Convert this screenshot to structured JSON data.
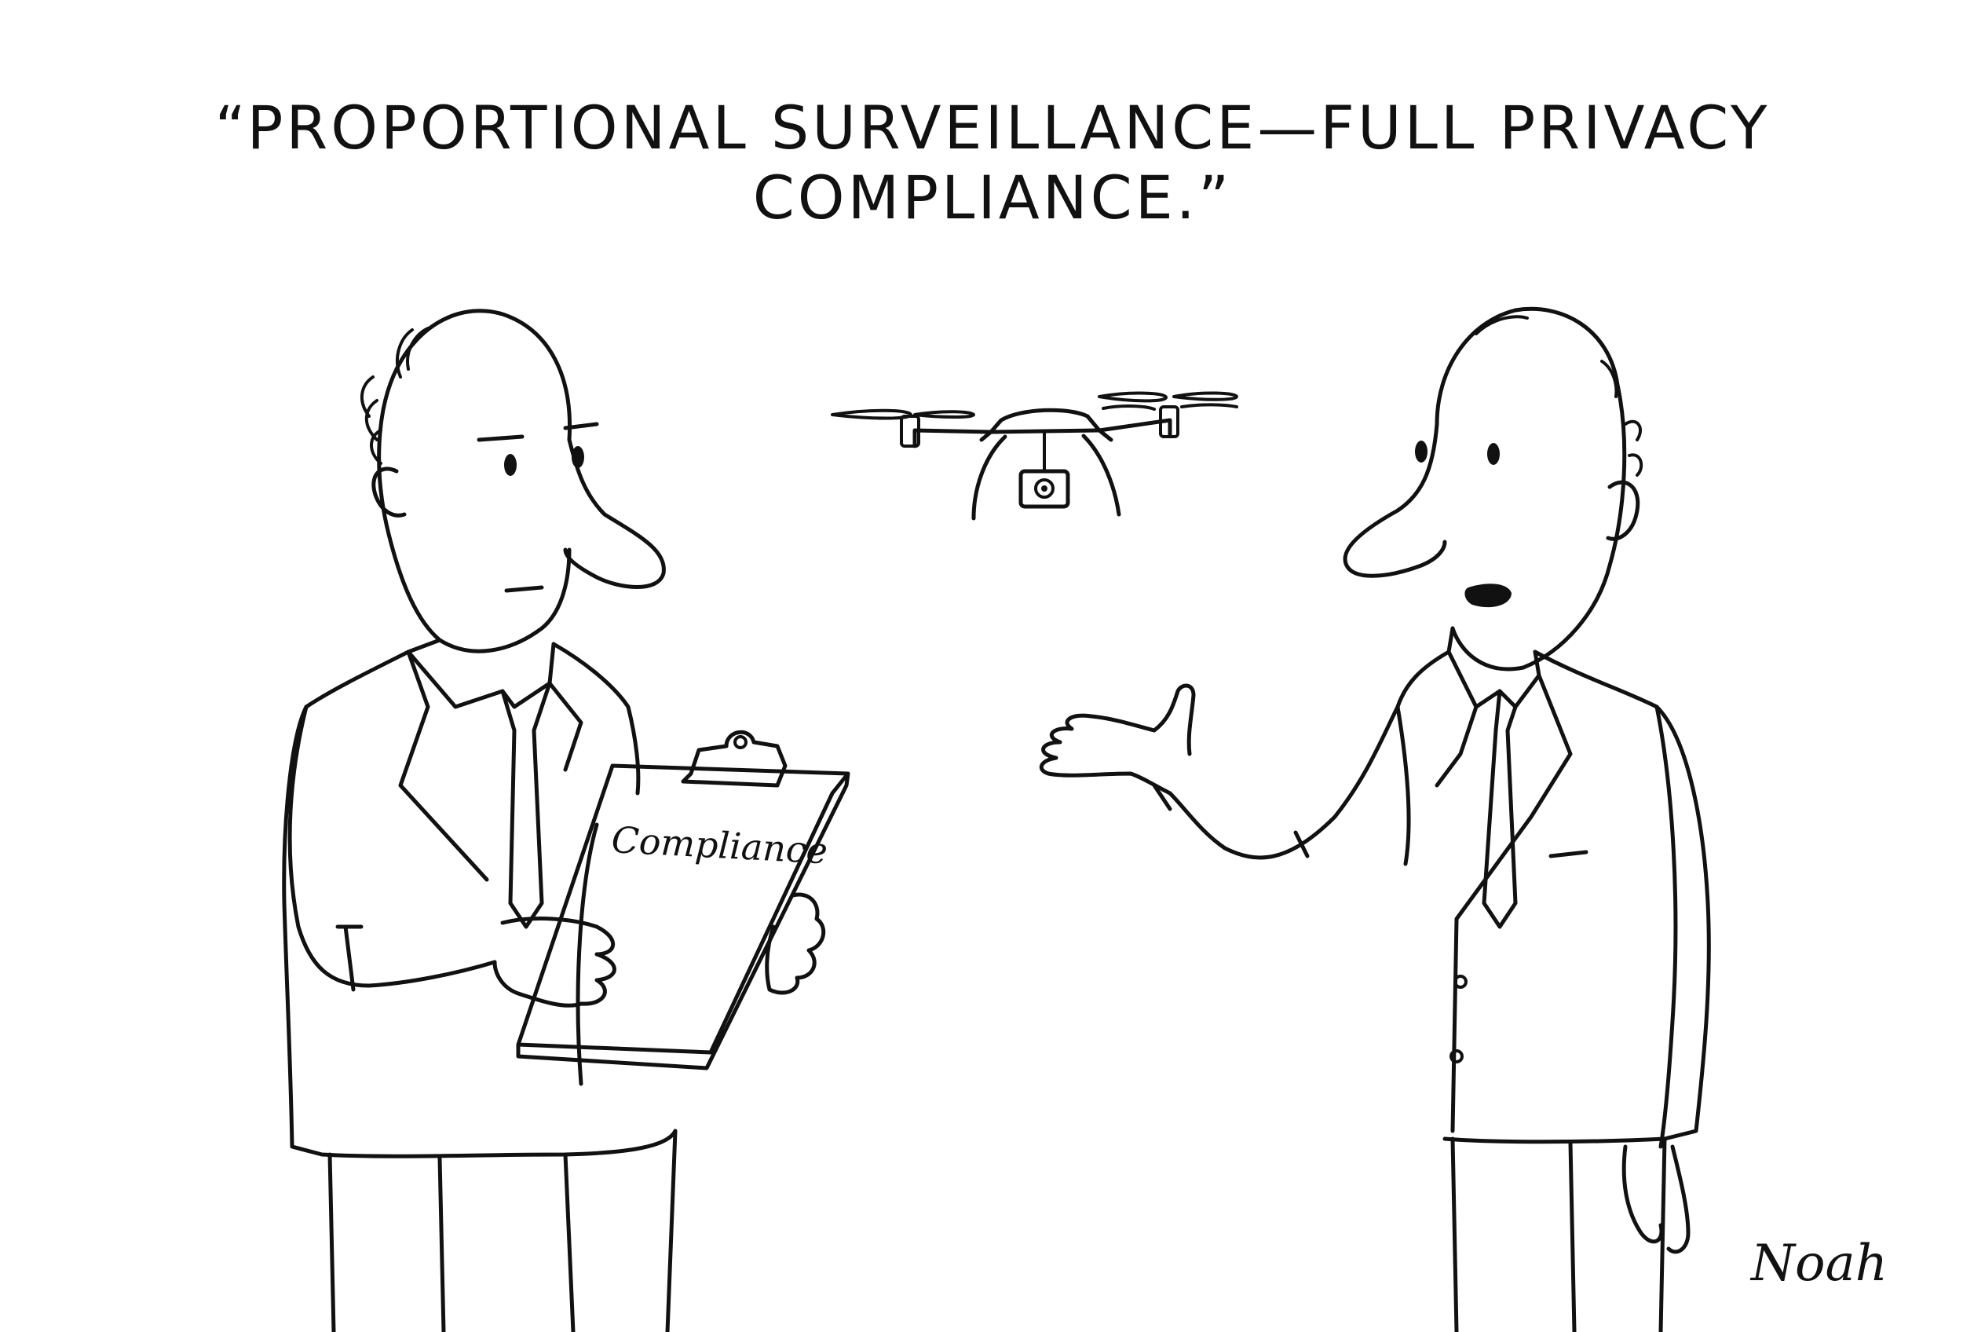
{
  "caption": "“Proportional surveillance—full privacy compliance.”",
  "clipboard_label": "Compliance",
  "signature": "Noah",
  "colors": {
    "ink": "#111111",
    "paper": "#ffffff"
  }
}
